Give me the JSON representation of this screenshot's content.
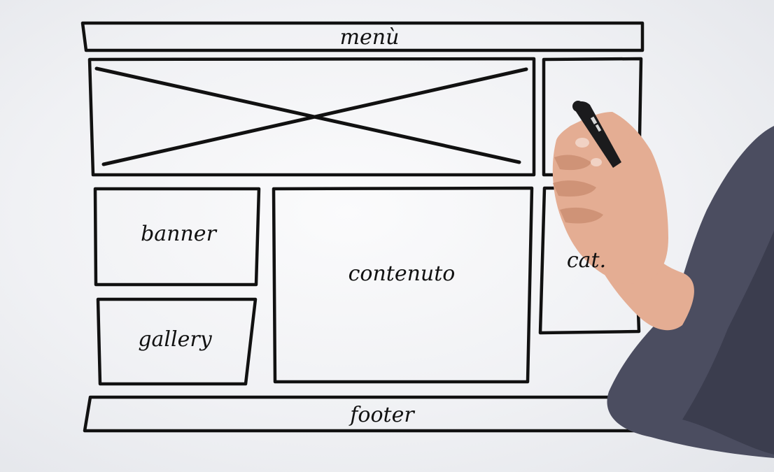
{
  "wireframe": {
    "menu_label": "menù",
    "banner_label": "banner",
    "content_label": "contenuto",
    "gallery_label": "gallery",
    "category_label": "cat.",
    "footer_label": "footer"
  },
  "colors": {
    "ink": "#111111",
    "background": "#f0f1f4",
    "sleeve": "#4b4d60",
    "skin": "#e4ad93"
  },
  "icons": {
    "image_placeholder": "crossed-box-icon",
    "marker": "marker-pen-icon"
  }
}
